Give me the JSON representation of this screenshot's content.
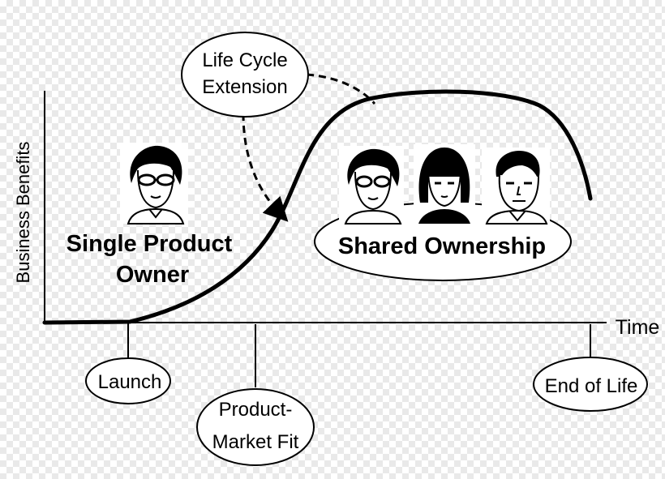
{
  "axes": {
    "y_label": "Business Benefits",
    "x_label": "Time"
  },
  "milestones": {
    "launch": "Launch",
    "product_market_fit_line1": "Product-",
    "product_market_fit_line2": "Market Fit",
    "end_of_life": "End of Life"
  },
  "callout": {
    "line1": "Life Cycle",
    "line2": "Extension"
  },
  "phases": {
    "single_owner_line1": "Single Product",
    "single_owner_line2": "Owner",
    "shared": "Shared Ownership"
  },
  "icons": [
    "woman-glasses-portrait",
    "woman-bangs-portrait",
    "man-portrait"
  ],
  "colors": {
    "ink": "#000000",
    "paper": "#ffffff"
  }
}
